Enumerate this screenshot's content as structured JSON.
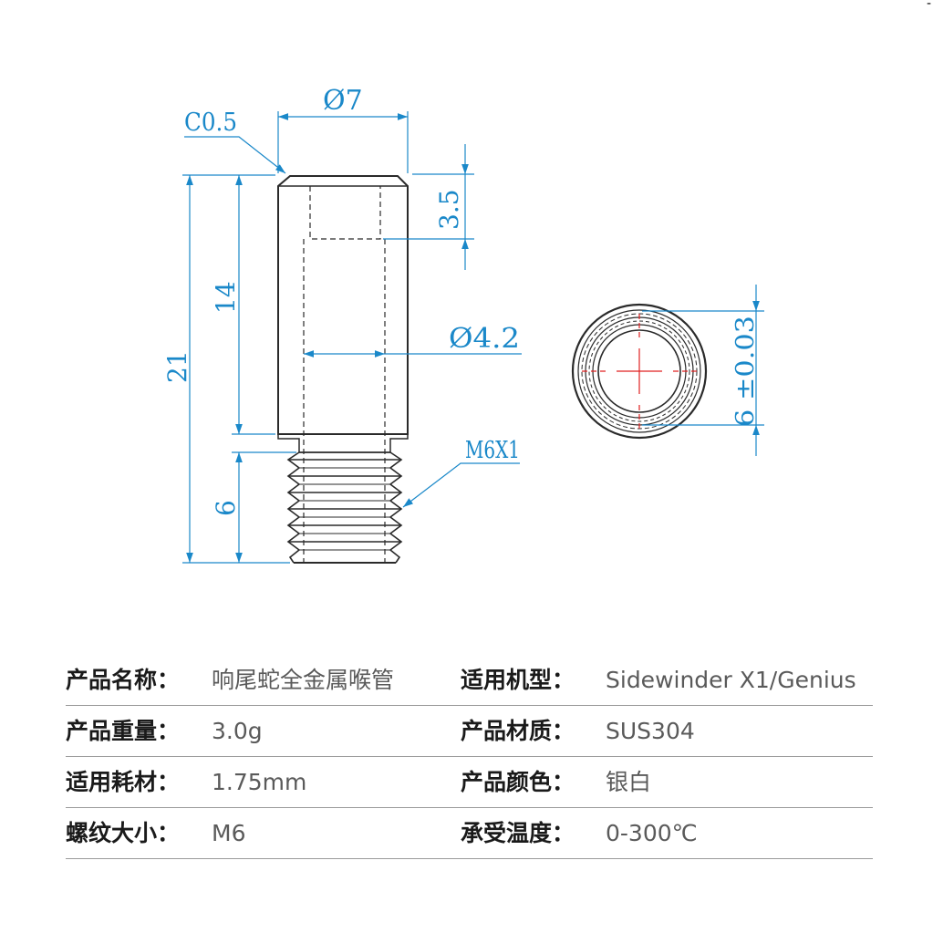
{
  "colors": {
    "dimension": "#1a88c9",
    "outline": "#2a2a2a",
    "center_cross": "#e02020",
    "label": "#1a1a1a",
    "value": "#5a5a5a",
    "divider": "#9a9a9a"
  },
  "corner_mark": "-",
  "drawing": {
    "dim_chamfer": "C0.5",
    "dim_diameter_outer": "Ø7",
    "dim_depth_top": "3.5",
    "dim_inner_bore": "Ø4.2",
    "dim_total_length": "21",
    "dim_shank_length": "14",
    "dim_thread_length": "6",
    "dim_thread_spec": "M6X1",
    "dim_end_view_diameter": "6 ±0.03"
  },
  "specs": [
    {
      "label1": "产品名称：",
      "value1": "响尾蛇全金属喉管",
      "label2": "适用机型：",
      "value2": "Sidewinder X1/Genius"
    },
    {
      "label1": "产品重量：",
      "value1": "3.0g",
      "label2": "产品材质：",
      "value2": "SUS304"
    },
    {
      "label1": "适用耗材：",
      "value1": "1.75mm",
      "label2": "产品颜色：",
      "value2": "银白"
    },
    {
      "label1": "螺纹大小：",
      "value1": "M6",
      "label2": "承受温度：",
      "value2": "0-300℃"
    }
  ]
}
